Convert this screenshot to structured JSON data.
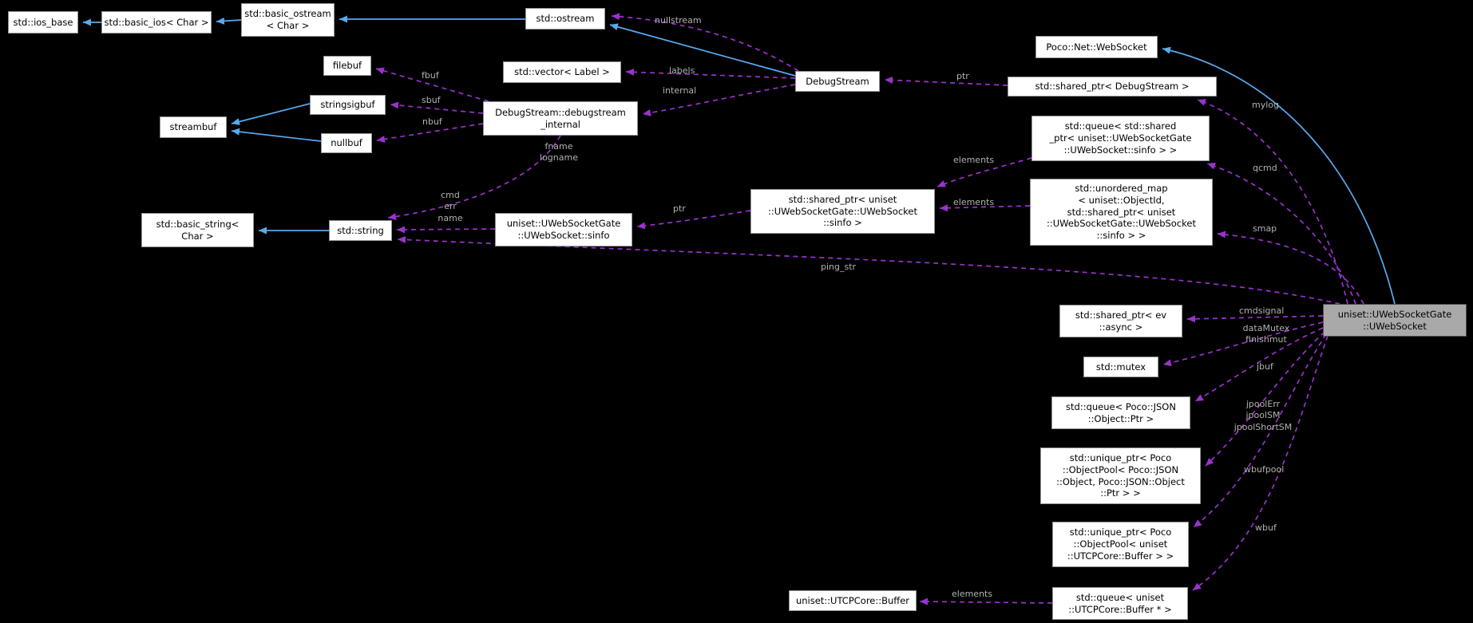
{
  "colors": {
    "background": "#000000",
    "inheritance_edge": "#58aaf0",
    "collaboration_edge": "#9a32cd",
    "node_background": "#ffffff",
    "node_border": "#8f959b",
    "main_node_background": "#a9a9a9",
    "edge_label_color": "#b2b2b2"
  },
  "nodes": {
    "ios_base": {
      "label": "std::ios_base"
    },
    "basic_ios": {
      "label": "std::basic_ios< Char >"
    },
    "basic_ostream": {
      "label": "std::basic_ostream\n< Char >"
    },
    "ostream": {
      "label": "std::ostream"
    },
    "vector_label": {
      "label": "std::vector< Label >"
    },
    "filebuf": {
      "label": "filebuf"
    },
    "stringsigbuf": {
      "label": "stringsigbuf"
    },
    "streambuf": {
      "label": "streambuf"
    },
    "nullbuf": {
      "label": "nullbuf"
    },
    "ds_internal": {
      "label": "DebugStream::debugstream\n_internal"
    },
    "debugstream": {
      "label": "DebugStream"
    },
    "websocket": {
      "label": "Poco::Net::WebSocket"
    },
    "sp_debugstream": {
      "label": "std::shared_ptr< DebugStream >"
    },
    "q_sinfo": {
      "label": "std::queue< std::shared\n_ptr< uniset::UWebSocketGate\n::UWebSocket::sinfo > >"
    },
    "umap_sinfo": {
      "label": "std::unordered_map\n< uniset::ObjectId,\nstd::shared_ptr< uniset\n::UWebSocketGate::UWebSocket\n::sinfo > >"
    },
    "sp_sinfo": {
      "label": "std::shared_ptr< uniset\n::UWebSocketGate::UWebSocket\n::sinfo >"
    },
    "sinfo": {
      "label": "uniset::UWebSocketGate\n::UWebSocket::sinfo"
    },
    "basic_string": {
      "label": "std::basic_string<\nChar >"
    },
    "string": {
      "label": "std::string"
    },
    "sp_evasync": {
      "label": "std::shared_ptr< ev\n::async >"
    },
    "mutex": {
      "label": "std::mutex"
    },
    "q_json": {
      "label": "std::queue< Poco::JSON\n::Object::Ptr >"
    },
    "up_jsonpool": {
      "label": "std::unique_ptr< Poco\n::ObjectPool< Poco::JSON\n::Object, Poco::JSON::Object\n::Ptr > >"
    },
    "up_bufpool": {
      "label": "std::unique_ptr< Poco\n::ObjectPool< uniset\n::UTCPCore::Buffer > >"
    },
    "q_buf": {
      "label": "std::queue< uniset\n::UTCPCore::Buffer * >"
    },
    "utcp_buffer": {
      "label": "uniset::UTCPCore::Buffer"
    },
    "main": {
      "label": "uniset::UWebSocketGate\n::UWebSocket"
    }
  },
  "edge_labels": {
    "nullstream": "nullstream",
    "labels": "labels",
    "internal": "internal",
    "fbuf": "fbuf",
    "sbuf": "sbuf",
    "nbuf": "nbuf",
    "fname_logname": "fname\nlogname",
    "cmd_err_name": "cmd\nerr\nname",
    "ptr_to_sinfo": "ptr",
    "ptr_to_debugstream": "ptr",
    "elements_queue_sinfo": "elements",
    "elements_map_sinfo": "elements",
    "ping_str": "ping_str",
    "mylog": "mylog",
    "qcmd": "qcmd",
    "smap": "smap",
    "cmdsignal": "cmdsignal",
    "datamutex_finishmut": "dataMutex\nfinishmut",
    "jbuf": "jbuf",
    "jpool": "jpoolErr\njpoolSM\njpoolShortSM",
    "wbufpool": "wbufpool",
    "wbuf": "wbuf",
    "elements_buffer": "elements"
  }
}
